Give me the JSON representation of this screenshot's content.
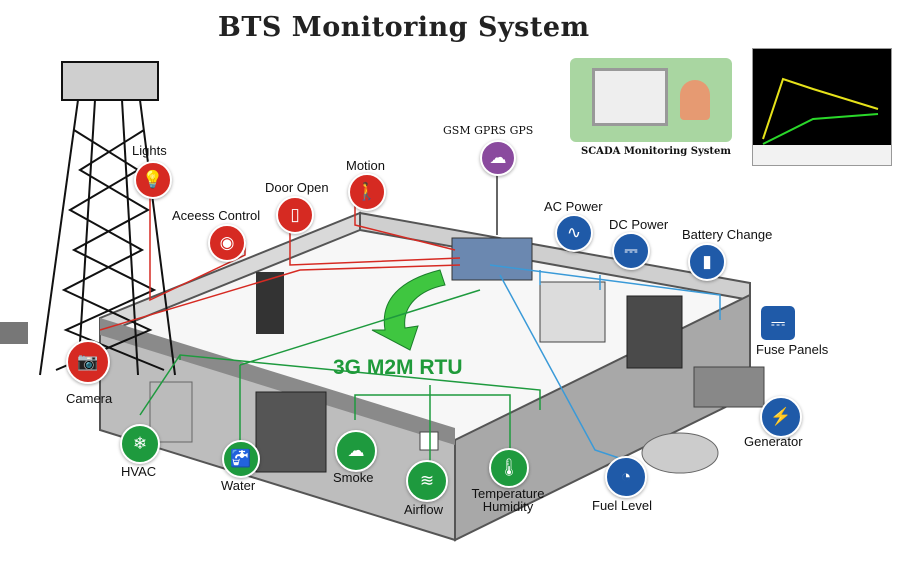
{
  "title": "BTS Monitoring System",
  "rtu_label": "3G M2M RTU",
  "scada": {
    "label": "SCADA Monitoring System"
  },
  "gsm": {
    "label": "GSM GPRS GPS"
  },
  "sensors": {
    "lights": "Lights",
    "access_control": "Aceess Control",
    "door_open": "Door Open",
    "motion": "Motion",
    "camera": "Camera",
    "hvac": "HVAC",
    "water": "Water",
    "smoke": "Smoke",
    "airflow": "Airflow",
    "temperature": "Temperature",
    "humidity": "Humidity",
    "fuel_level": "Fuel Level",
    "generator": "Generator",
    "fuse_panels": "Fuse Panels",
    "ac_power": "AC Power",
    "dc_power": "DC Power",
    "battery_change": "Battery Change"
  },
  "colors": {
    "red_line": "#d62a22",
    "green_line": "#1e9a3e",
    "blue_line": "#3a9ad8",
    "wall": "#5a5a5a"
  }
}
